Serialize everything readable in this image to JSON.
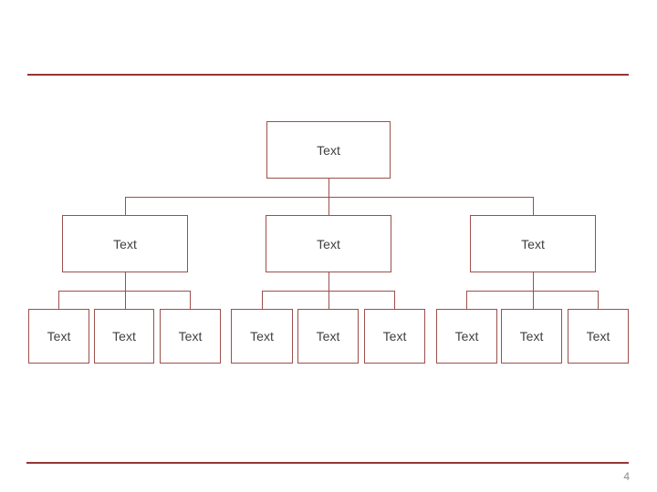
{
  "slide": {
    "page_number": "4",
    "accent_line_color": "#943634",
    "node_border_color": "#9c4f4b",
    "node_text_color": "#3f3f3f",
    "page_number_color": "#8c8c8c",
    "background_color": "#ffffff"
  },
  "org_chart": {
    "type": "org-chart-hierarchy",
    "root": {
      "label": "Text",
      "children": [
        {
          "label": "Text",
          "children": [
            {
              "label": "Text"
            },
            {
              "label": "Text"
            },
            {
              "label": "Text"
            }
          ]
        },
        {
          "label": "Text",
          "children": [
            {
              "label": "Text"
            },
            {
              "label": "Text"
            },
            {
              "label": "Text"
            }
          ]
        },
        {
          "label": "Text",
          "children": [
            {
              "label": "Text"
            },
            {
              "label": "Text"
            },
            {
              "label": "Text"
            }
          ]
        }
      ]
    }
  }
}
